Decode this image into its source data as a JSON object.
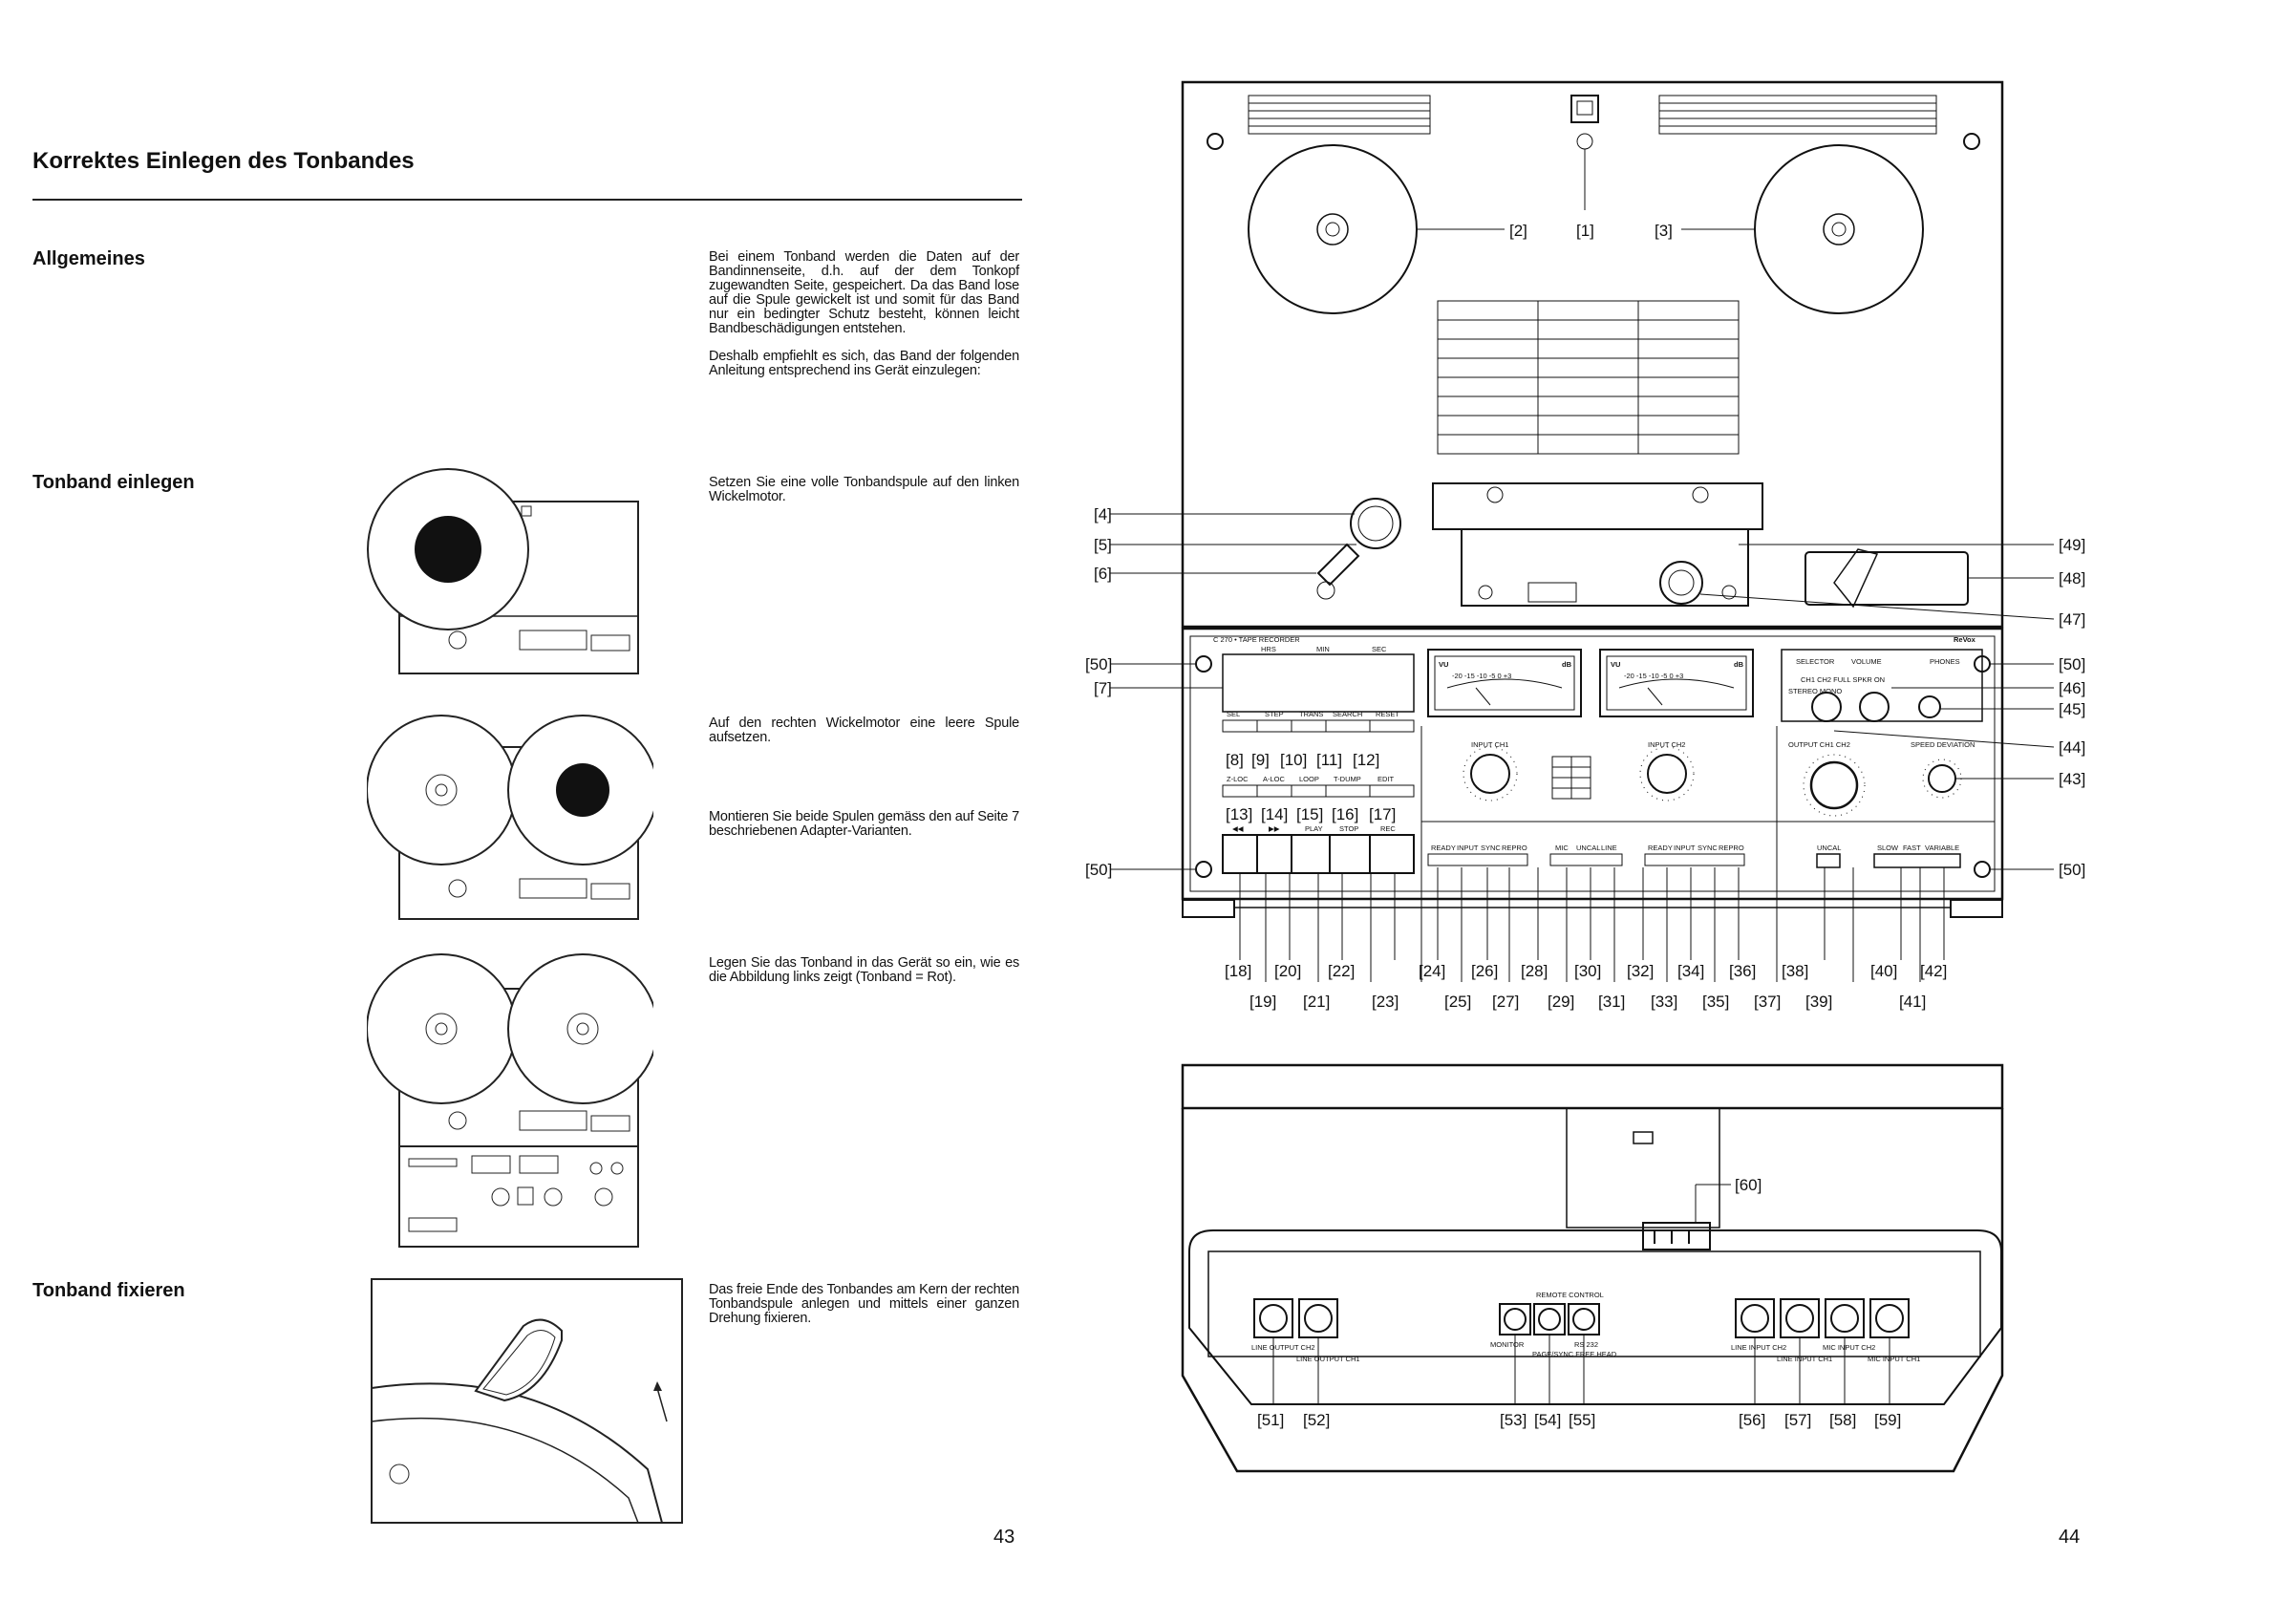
{
  "left_page": {
    "title": "Korrektes Einlegen des Tonbandes",
    "sections": {
      "allgemeines": "Allgemeines",
      "einlegen": "Tonband einlegen",
      "fixieren": "Tonband fixieren"
    },
    "texts": {
      "p1": "Bei einem Tonband werden die Daten auf der Bandinnenseite, d.h. auf der dem Tonkopf zugewandten Seite, gespeichert. Da das Band lose auf die Spule gewickelt ist und somit für das Band nur ein bedingter Schutz besteht, können leicht Bandbeschädigungen entstehen.",
      "p2": "Deshalb empfiehlt es sich, das Band der folgenden Anleitung entsprechend ins Gerät einzulegen:",
      "p3": "Setzen Sie eine volle Tonbandspule auf den linken Wickelmotor.",
      "p4": "Auf den rechten Wickelmotor eine leere Spule aufsetzen.",
      "p5": "Montieren Sie beide Spulen gemäss den auf Seite 7 beschriebenen Adapter-Varianten.",
      "p6": "Legen Sie das Tonband in das Gerät so ein, wie es die Abbildung links zeigt (Tonband = Rot).",
      "p7": "Das freie Ende des Tonbandes am Kern der rechten Tonbandspule anlegen und mittels einer ganzen Drehung fixieren."
    },
    "page_number": "43"
  },
  "right_page": {
    "page_number": "44",
    "device": {
      "model": "C 270 • TAPE RECORDER",
      "brand": "ReVox",
      "counter_units": [
        "HRS",
        "MIN",
        "SEC"
      ],
      "counter_buttons": [
        "SEL",
        "STEP",
        "TRANS",
        "SEARCH",
        "RESET"
      ],
      "loc_buttons": [
        "Z-LOC",
        "A-LOC",
        "LOOP",
        "T-DUMP",
        "EDIT"
      ],
      "transport_buttons": [
        "◀◀",
        "▶▶",
        "PLAY",
        "STOP",
        "REC"
      ],
      "meter_label": "VU",
      "meter_unit": "dB",
      "meter_scale_top": "-20 -15 -10 -5 0 +3",
      "input_ch1": "INPUT CH1",
      "input_ch2": "INPUT CH2",
      "ch1_buttons": [
        "READY",
        "INPUT",
        "SYNC",
        "REPRO"
      ],
      "mid_buttons": [
        "MIC",
        "UNCAL",
        "LINE"
      ],
      "ch2_buttons": [
        "READY",
        "INPUT",
        "SYNC",
        "REPRO"
      ],
      "selector": "SELECTOR",
      "volume": "VOLUME",
      "phones": "PHONES",
      "selector_sub": "CH1  CH2   FULL SPKR ON",
      "stereo_mono": "STEREO    MONO",
      "output": "OUTPUT CH1  CH2",
      "speed_deviation": "SPEED DEVIATION",
      "uncal": "UNCAL",
      "speed_buttons": [
        "SLOW",
        "FAST",
        "VARIABLE"
      ]
    },
    "callouts": {
      "top": [
        "[2]",
        "[1]",
        "[3]"
      ],
      "left": [
        "[4]",
        "[5]",
        "[6]",
        "[50]",
        "[7]",
        "[50]"
      ],
      "right": [
        "[49]",
        "[48]",
        "[47]",
        "[50]",
        "[46]",
        "[45]",
        "[44]",
        "[43]",
        "[50]"
      ],
      "row_counter": [
        "[8]",
        "[9]",
        "[10]",
        "[11]",
        "[12]"
      ],
      "row_loc": [
        "[13]",
        "[14]",
        "[15]",
        "[16]",
        "[17]"
      ],
      "bottom_upper": [
        "[18]",
        "[20]",
        "[22]",
        "[24]",
        "[26]",
        "[28]",
        "[30]",
        "[32]",
        "[34]",
        "[36]",
        "[38]",
        "[40]",
        "[42]"
      ],
      "bottom_lower": [
        "[19]",
        "[21]",
        "[23]",
        "[25]",
        "[27]",
        "[29]",
        "[31]",
        "[33]",
        "[35]",
        "[37]",
        "[39]",
        "[41]"
      ],
      "rear": [
        "[60]",
        "[51]",
        "[52]",
        "[53]",
        "[54]",
        "[55]",
        "[56]",
        "[57]",
        "[58]",
        "[59]"
      ]
    },
    "rear_panel": {
      "remote_control": "REMOTE CONTROL",
      "left_jacks": [
        "LINE OUTPUT CH2",
        "LINE OUTPUT CH1"
      ],
      "mid_jacks": [
        "MONITOR",
        "PAGE/SYNC FREE HEAD",
        "RS 232"
      ],
      "right_jacks": [
        "LINE INPUT CH2",
        "LINE INPUT CH1",
        "MIC INPUT CH2",
        "MIC INPUT CH1"
      ]
    }
  }
}
